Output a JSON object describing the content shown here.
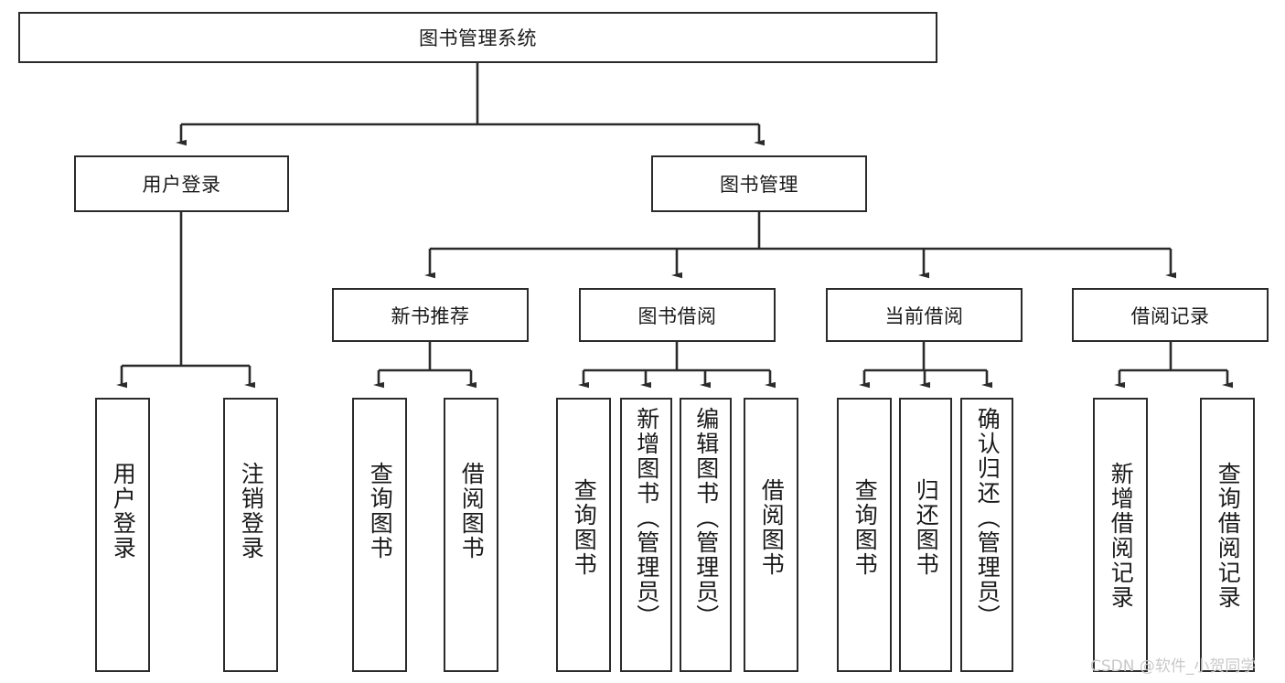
{
  "diagram": {
    "type": "tree-hierarchy",
    "root": {
      "label": "图书管理系统"
    },
    "level2": [
      {
        "label": "用户登录"
      },
      {
        "label": "图书管理"
      }
    ],
    "level3": [
      {
        "label": "新书推荐"
      },
      {
        "label": "图书借阅"
      },
      {
        "label": "当前借阅"
      },
      {
        "label": "借阅记录"
      }
    ],
    "leaves": {
      "user_login": [
        {
          "label": "用户登录"
        },
        {
          "label": "注销登录"
        }
      ],
      "new_book_recommend": [
        {
          "label": "查询图书"
        },
        {
          "label": "借阅图书"
        }
      ],
      "book_borrow": [
        {
          "label": "查询图书"
        },
        {
          "label": "新增图书（管理员）"
        },
        {
          "label": "编辑图书（管理员）"
        },
        {
          "label": "借阅图书"
        }
      ],
      "current_borrow": [
        {
          "label": "查询图书"
        },
        {
          "label": "归还图书"
        },
        {
          "label": "确认归还（管理员）"
        }
      ],
      "borrow_record": [
        {
          "label": "新增借阅记录"
        },
        {
          "label": "查询借阅记录"
        }
      ]
    }
  },
  "watermark": {
    "text": "CSDN @软件_小贺同学"
  },
  "colors": {
    "stroke": "#2b2b2b",
    "background": "#ffffff",
    "text": "#1a1a1a",
    "watermark": "#c9c9c9"
  }
}
